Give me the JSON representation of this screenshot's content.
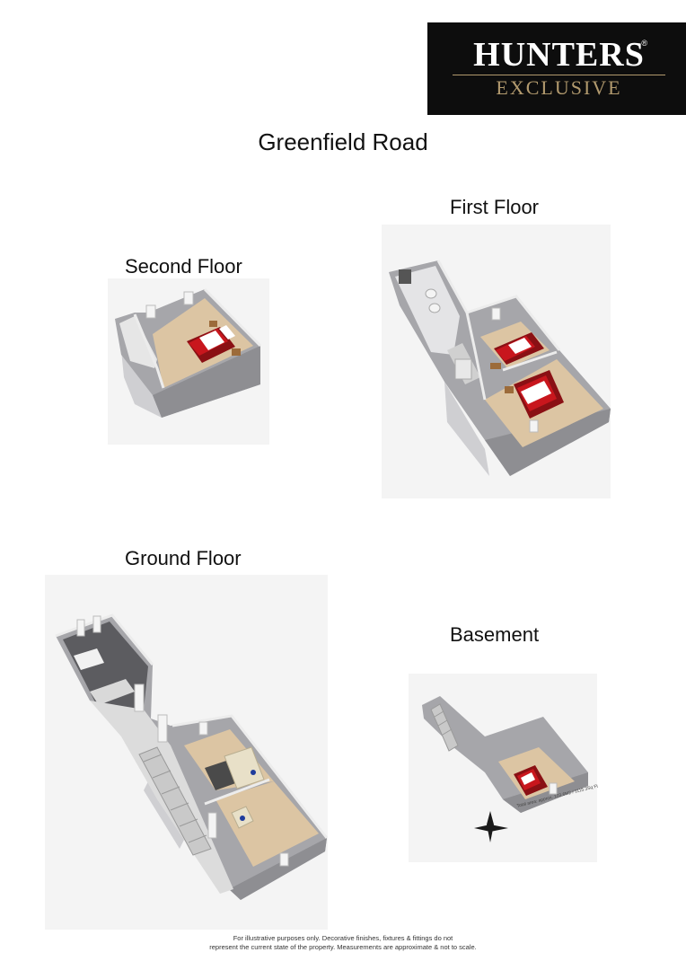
{
  "brand": {
    "name": "HUNTERS",
    "sub": "EXCLUSIVE",
    "reg": "®",
    "gold": "#b29a6e"
  },
  "title": "Greenfield Road",
  "floors": {
    "second": "Second Floor",
    "first": "First Floor",
    "ground": "Ground Floor",
    "basement": "Basement"
  },
  "area_note": "Total area: approx. 103.6M2 / 1115.3Sq Ft",
  "disclaimer": {
    "line1": "For illustrative purposes only. Decorative finishes, fixtures & fittings do not",
    "line2": "represent the current state of the property. Measurements are approximate & not to scale."
  },
  "colors": {
    "wall": "#a9a9ac",
    "wall_dark": "#8c8c90",
    "floor_wood": "#dbc4a2",
    "floor_tile": "#5c5c60",
    "bed_red": "#c8161d"
  }
}
